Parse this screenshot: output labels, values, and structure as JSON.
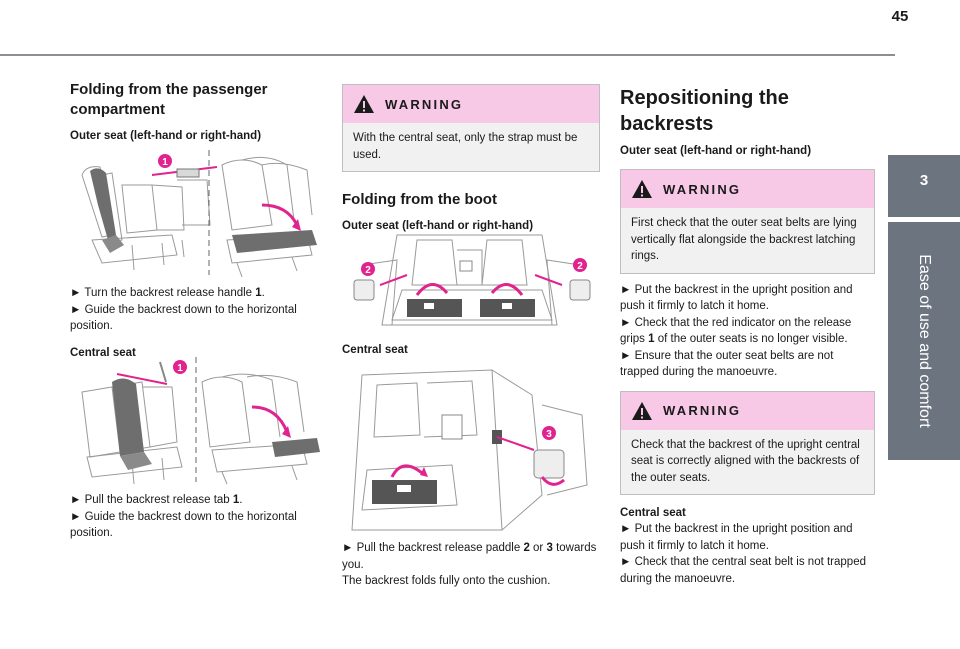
{
  "page": {
    "number": "45",
    "chapter_number": "3",
    "chapter_title": "Ease of use and comfort"
  },
  "col1": {
    "heading": "Folding from the passenger compartment",
    "outer_sub": "Outer seat (left-hand or right-hand)",
    "outer_step1_pre": "► Turn the backrest release handle ",
    "outer_step1_ref": "1",
    "outer_step1_post": ".",
    "outer_step2": "► Guide the backrest down to the horizontal position.",
    "central_sub": "Central seat",
    "central_step1_pre": "► Pull the backrest release tab ",
    "central_step1_ref": "1",
    "central_step1_post": ".",
    "central_step2": "► Guide the backrest down to the horizontal position.",
    "fig1_callout": "1",
    "fig2_callout": "1"
  },
  "col2": {
    "warning_title": "WARNING",
    "warning_text": "With the central seat, only the strap must be used.",
    "heading": "Folding from the boot",
    "outer_sub": "Outer seat (left-hand or right-hand)",
    "central_sub": "Central seat",
    "step1_pre": "► Pull the backrest release paddle ",
    "step1_ref_a": "2",
    "step1_mid": " or ",
    "step1_ref_b": "3",
    "step1_post": " towards you.",
    "step2": "The backrest folds fully onto the cushion.",
    "fig3_callout_left": "2",
    "fig3_callout_right": "2",
    "fig4_callout": "3"
  },
  "col3": {
    "heading": "Repositioning the backrests",
    "outer_sub": "Outer seat (left-hand or right-hand)",
    "warning1_title": "WARNING",
    "warning1_text": "First check that the outer seat belts are lying vertically flat alongside the backrest latching rings.",
    "step1": "► Put the backrest in the upright position and push it firmly to latch it home.",
    "step2_pre": "► Check that the red indicator on the release grips ",
    "step2_ref": "1",
    "step2_post": " of the outer seats is no longer visible.",
    "step3": "► Ensure that the outer seat belts are not trapped during the manoeuvre.",
    "warning2_title": "WARNING",
    "warning2_text": "Check that the backrest of the upright central seat is correctly aligned with the backrests of the outer seats.",
    "central_sub": "Central seat",
    "central_step1": "► Put the backrest in the upright position and push it firmly to latch it home.",
    "central_step2": "► Check that the central seat belt is not trapped during the manoeuvre."
  },
  "colors": {
    "accent_magenta": "#e0238f",
    "warning_header": "#f7c9e6",
    "warning_body": "#f1f1f1",
    "side_tab": "#6c7480",
    "rule": "#8b8f94"
  }
}
